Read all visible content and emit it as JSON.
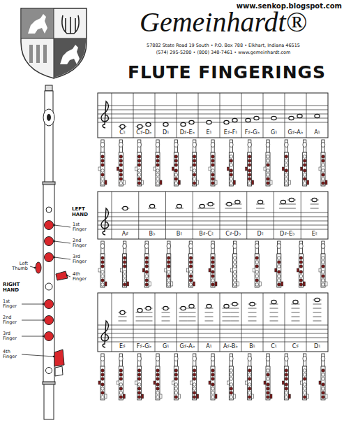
{
  "diagram": {
    "title": "FLUTE FINGERINGS",
    "labels": [
      "www.senkop.blogspot.com",
      "Gemeinhardt®",
      "57882 State Road 19 South • P.O. Box 788 • Elkhart, Indiana 46515",
      "(574) 295-5280 • (800) 348-7461 • www.gemeinhardt.com",
      "LEFT HAND",
      "1st Finger",
      "2nd Finger",
      "3rd Finger",
      "4th Finger",
      "Left Thumb",
      "RIGHT HAND",
      "1st Finger",
      "2nd Finger",
      "3rd Finger",
      "4th Finger",
      "C♮",
      "C♯-D♭",
      "D♮",
      "D♯-E♭",
      "E♮",
      "E♯-F♮",
      "F♯-G♭",
      "G♮",
      "G♯-A♭",
      "A♮",
      "A♯",
      "B♭",
      "B♮",
      "B♯-C♮",
      "C♯-D♭",
      "D♮",
      "D♯-E♭",
      "E♮",
      "E♯",
      "F♯-G♭",
      "G♮",
      "G♯-A♭",
      "A♮",
      "A♯-B♭",
      "B♮",
      "C♮",
      "C♯",
      "D♮"
    ]
  }
}
